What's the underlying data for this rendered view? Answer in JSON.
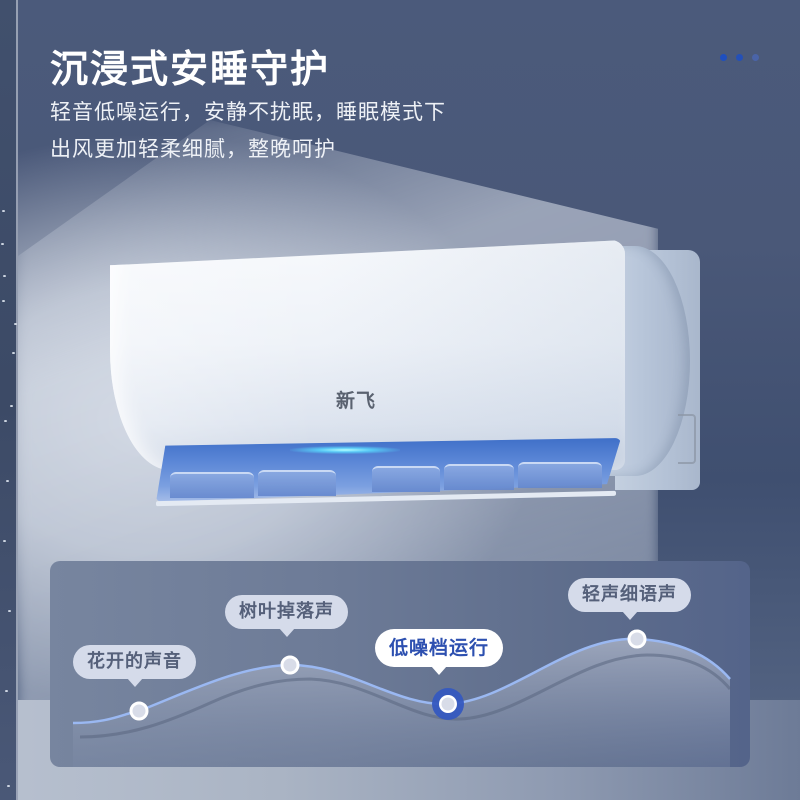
{
  "header": {
    "title": "沉浸式安睡守护",
    "subtitle_line1": "轻音低噪运行，安静不扰眠，睡眠模式下",
    "subtitle_line2": "出风更加轻柔细腻，整晚呵护"
  },
  "pagination": {
    "dots": [
      {
        "color": "#1f4fbf",
        "active": true
      },
      {
        "color": "#2450b8",
        "active": false
      },
      {
        "color": "#4a64a8",
        "active": false
      }
    ]
  },
  "product": {
    "brand_label": "新飞",
    "type": "wall-mounted-air-conditioner",
    "indicator_color": "#5fe0ff"
  },
  "sound_panel": {
    "labels": [
      {
        "text": "花开的声音",
        "active": false
      },
      {
        "text": "树叶掉落声",
        "active": false
      },
      {
        "text": "低噪档运行",
        "active": true
      },
      {
        "text": "轻声细语声",
        "active": false
      }
    ],
    "colors": {
      "curve": "#9ab8f2",
      "active_ring": "#3558c0",
      "point_fill": "#d8dce8",
      "bubble_bg": "#d5dbea",
      "bubble_text": "#55607a",
      "active_text": "#2d50b0"
    }
  }
}
